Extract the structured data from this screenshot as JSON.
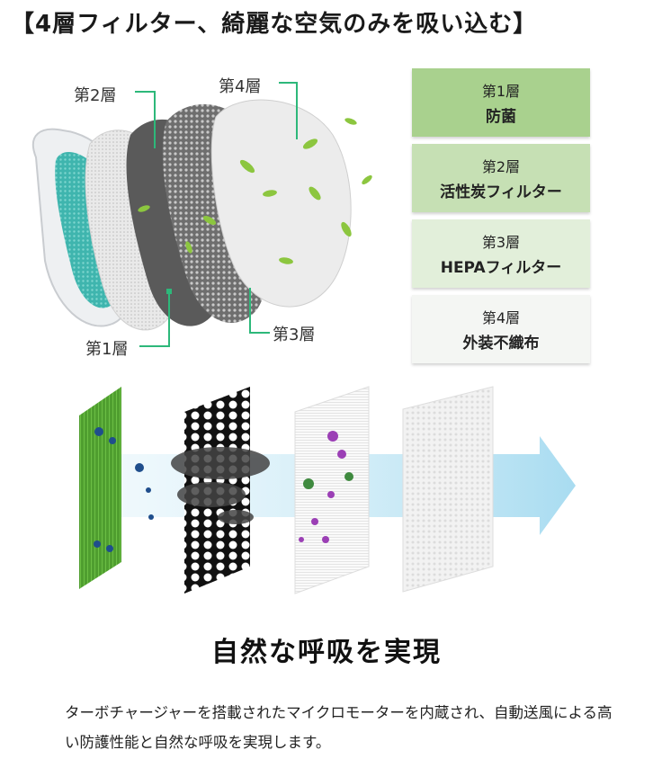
{
  "title": "【4層フィルター、綺麗な空気のみを吸い込む】",
  "diagram_labels": {
    "layer1": "第1層",
    "layer2": "第2層",
    "layer3": "第3層",
    "layer4": "第4層"
  },
  "legend": [
    {
      "layer": "第1層",
      "name": "防菌",
      "color": "#a9d18e"
    },
    {
      "layer": "第2層",
      "name": "活性炭フィルター",
      "color": "#c6e0b4"
    },
    {
      "layer": "第3層",
      "name": "HEPAフィルター",
      "color": "#e2efda"
    },
    {
      "layer": "第4層",
      "name": "外装不織布",
      "color": "#f4f6f3"
    }
  ],
  "subheading": "自然な呼吸を実現",
  "body_text": "ターボチャージャーを搭載されたマイクロモーターを内蔵され、自動送風による高い防護性能と自然な呼吸を実現します。",
  "colors": {
    "accent": "#2db87a",
    "airflow": "#bfe6f5"
  }
}
